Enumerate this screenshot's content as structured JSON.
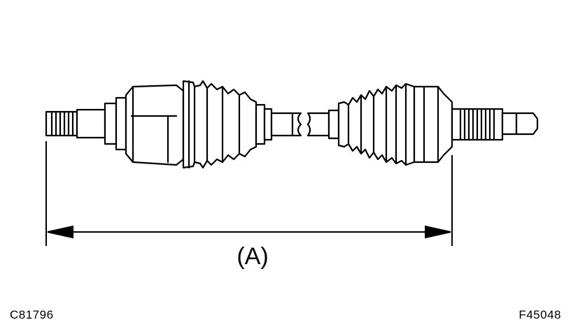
{
  "diagram": {
    "dimension_label": "(A)",
    "code_left": "C81796",
    "code_right": "F45048"
  }
}
